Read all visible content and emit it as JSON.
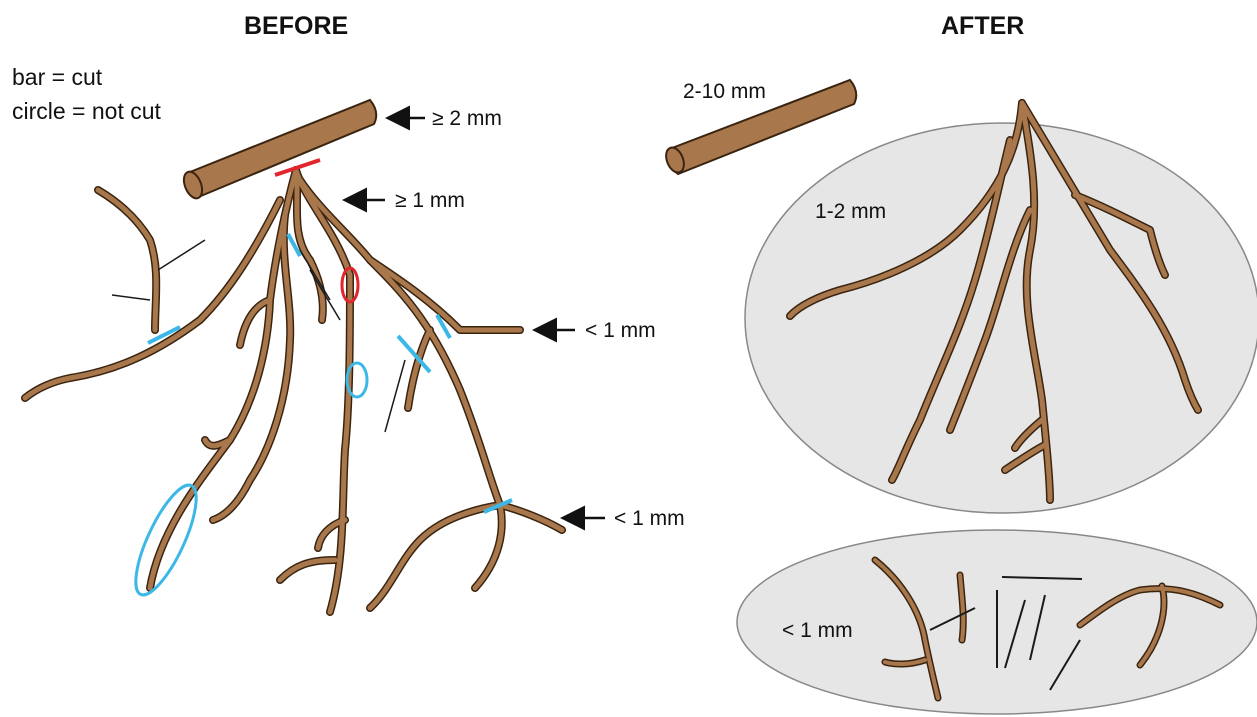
{
  "headings": {
    "before": "BEFORE",
    "after": "AFTER"
  },
  "legend": {
    "bar": "bar = cut",
    "circle": "circle = not cut"
  },
  "before_labels": {
    "trunk": "≥ 2 mm",
    "mid": "≥ 1 mm",
    "fine_upper": "< 1 mm",
    "fine_lower": "< 1 mm"
  },
  "after_labels": {
    "segment": "2-10 mm",
    "medium": "1-2 mm",
    "fine": "< 1 mm"
  },
  "colors": {
    "root_fill": "#a8784c",
    "root_outline": "#3a2410",
    "cut_bar_top": "#e1262d",
    "mark_blue": "#3cb8e8",
    "panel_gray": "#e6e6e6"
  }
}
